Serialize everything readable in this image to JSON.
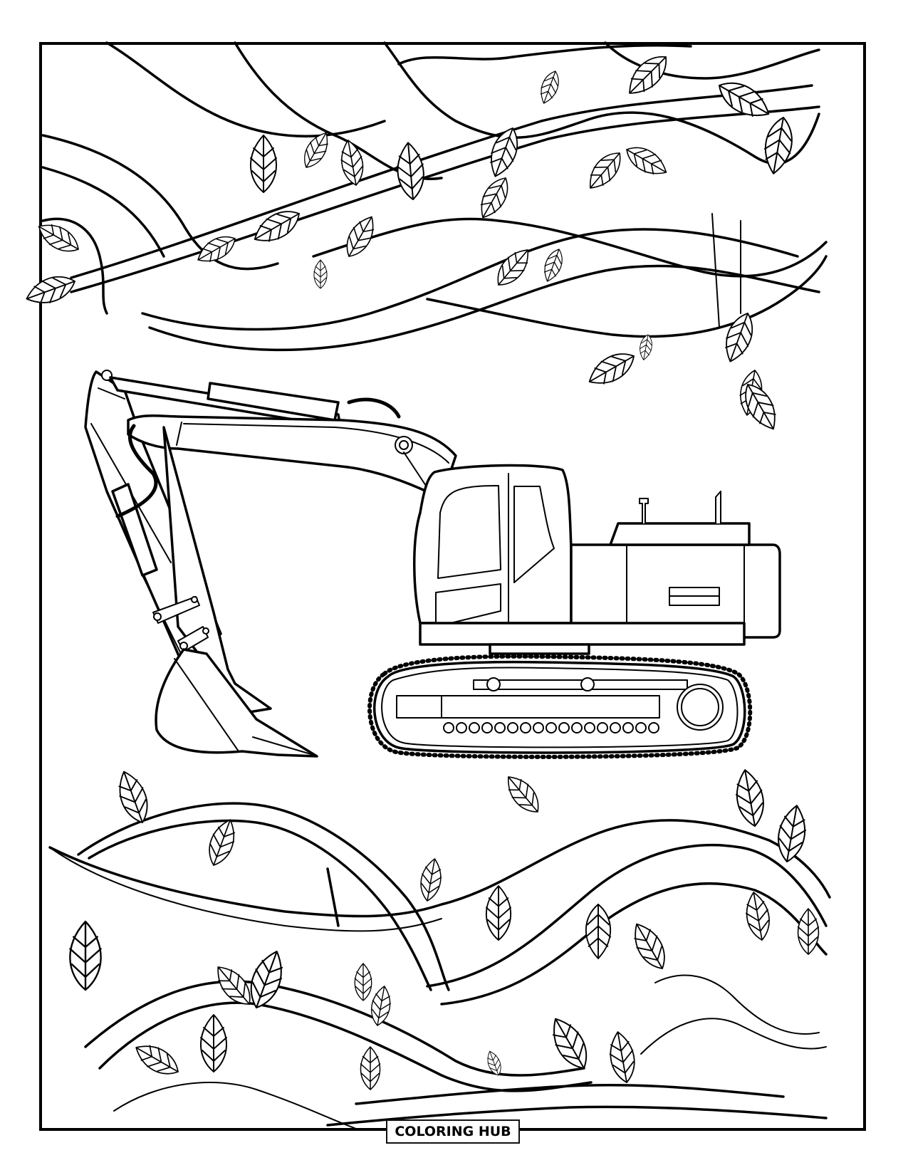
{
  "page": {
    "type": "coloring-page",
    "subject": "Excavator surrounded by leafy vines",
    "background_color": "#ffffff",
    "line_color": "#000000"
  },
  "logo": {
    "text": "COLORING HUB"
  },
  "illustration": {
    "main_object": "excavator",
    "parts": [
      "boom",
      "arm",
      "bucket",
      "hydraulic-cylinder",
      "cab",
      "engine-housing",
      "exhaust-pipe",
      "crawler-track"
    ],
    "decorations": [
      "top-vines-with-leaves",
      "bottom-vines-with-leaves"
    ]
  }
}
